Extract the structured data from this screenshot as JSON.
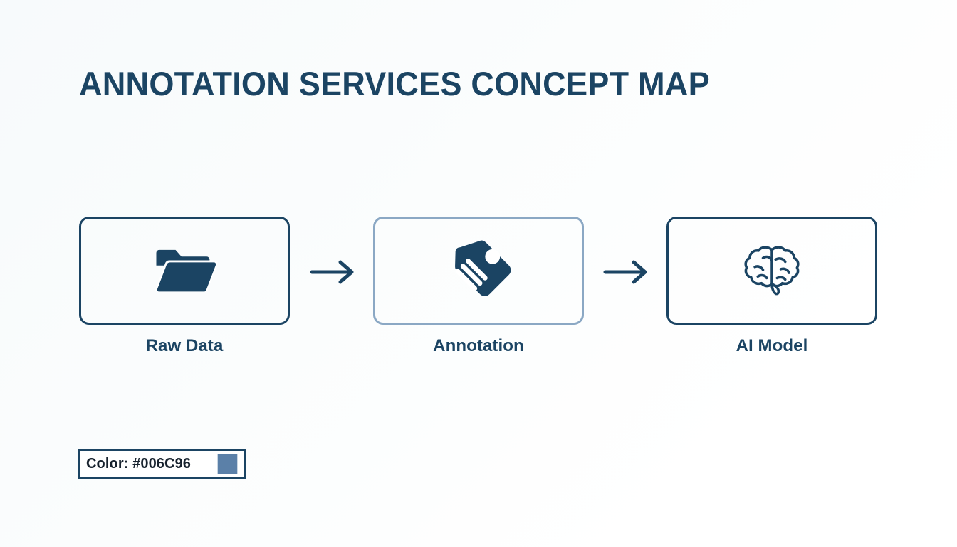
{
  "page": {
    "title": "ANNOTATION SERVICES CONCEPT MAP",
    "background_color": "#fbfcfd",
    "accent_color": "#1b4463"
  },
  "flow": {
    "nodes": [
      {
        "id": "raw-data",
        "label": "Raw Data",
        "icon": "folder-icon",
        "border_color": "#1b4463",
        "border_style": "dark"
      },
      {
        "id": "annotation",
        "label": "Annotation",
        "icon": "tag-icon",
        "border_color": "#8ba8c4",
        "border_style": "light"
      },
      {
        "id": "ai-model",
        "label": "AI Model",
        "icon": "brain-icon",
        "border_color": "#1b4463",
        "border_style": "dark"
      }
    ],
    "connectors": [
      {
        "id": "arrow-1",
        "icon": "arrow-right-icon",
        "from": "raw-data",
        "to": "annotation"
      },
      {
        "id": "arrow-2",
        "icon": "arrow-right-icon",
        "from": "annotation",
        "to": "ai-model"
      }
    ]
  },
  "legend": {
    "label": "Color: #006C96",
    "swatch_color": "#5b80a8",
    "swatch_name": "color-swatch"
  }
}
